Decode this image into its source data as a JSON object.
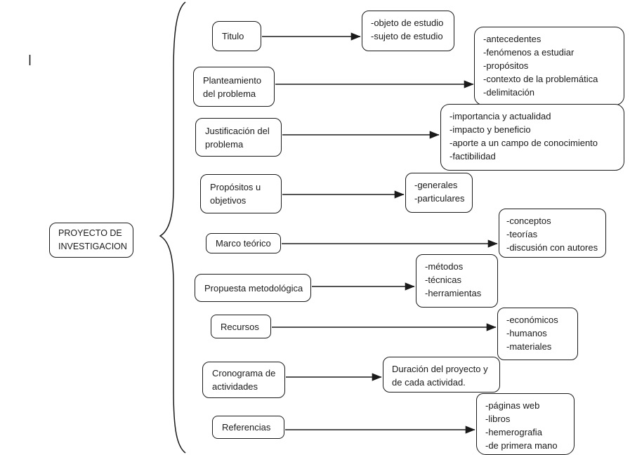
{
  "diagram": {
    "colors": {
      "stroke": "#1a1a1a",
      "background": "#ffffff",
      "text": "#1a1a1a"
    },
    "root": {
      "lines": [
        "PROYECTO DE",
        "INVESTIGACION"
      ]
    },
    "rows": [
      {
        "topic": {
          "lines": [
            "Titulo"
          ]
        },
        "detail": {
          "lines": [
            "-objeto de estudio",
            "-sujeto de estudio"
          ]
        }
      },
      {
        "topic": {
          "lines": [
            "Planteamiento",
            "del problema"
          ]
        },
        "detail": {
          "lines": [
            "-antecedentes",
            "-fenómenos a estudiar",
            "-propósitos",
            "-contexto de la problemática",
            "-delimitación"
          ]
        }
      },
      {
        "topic": {
          "lines": [
            "Justificación del",
            "problema"
          ]
        },
        "detail": {
          "lines": [
            "-importancia y actualidad",
            "-impacto y beneficio",
            "-aporte a un campo de conocimiento",
            "-factibilidad"
          ]
        }
      },
      {
        "topic": {
          "lines": [
            "Propósitos u",
            "objetivos"
          ]
        },
        "detail": {
          "lines": [
            "-generales",
            "-particulares"
          ]
        }
      },
      {
        "topic": {
          "lines": [
            "Marco teórico"
          ]
        },
        "detail": {
          "lines": [
            "-conceptos",
            "-teorías",
            "-discusión con autores"
          ]
        }
      },
      {
        "topic": {
          "lines": [
            "Propuesta metodológica"
          ]
        },
        "detail": {
          "lines": [
            "-métodos",
            "-técnicas",
            "-herramientas"
          ]
        }
      },
      {
        "topic": {
          "lines": [
            "Recursos"
          ]
        },
        "detail": {
          "lines": [
            "-económicos",
            "-humanos",
            "-materiales"
          ]
        }
      },
      {
        "topic": {
          "lines": [
            "Cronograma de",
            "actividades"
          ]
        },
        "detail": {
          "lines": [
            "Duración del proyecto y",
            "de cada actividad."
          ]
        }
      },
      {
        "topic": {
          "lines": [
            "Referencias"
          ]
        },
        "detail": {
          "lines": [
            "-páginas web",
            "-libros",
            "-hemerografia",
            "-de primera mano"
          ]
        }
      }
    ]
  }
}
